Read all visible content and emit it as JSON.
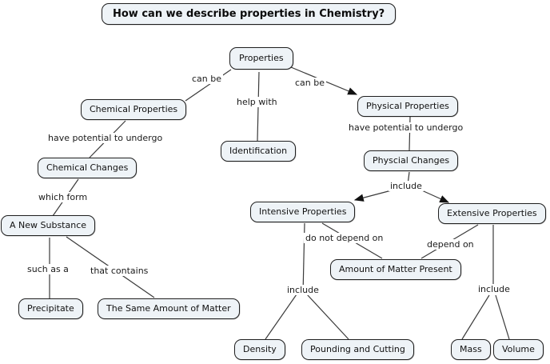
{
  "title": "How can we describe properties in Chemistry?",
  "nodes": {
    "properties": "Properties",
    "chemical_properties": "Chemical Properties",
    "physical_properties": "Physical Properties",
    "identification": "Identification",
    "chemical_changes": "Chemical Changes",
    "physcial_changes": "Physcial Changes",
    "intensive_properties": "Intensive Properties",
    "extensive_properties": "Extensive Properties",
    "a_new_substance": "A New Substance",
    "amount_of_matter_present": "Amount of Matter Present",
    "precipitate": "Precipitate",
    "the_same_amount_of_matter": "The Same Amount of Matter",
    "density": "Density",
    "pounding_and_cutting": "Pounding and Cutting",
    "mass": "Mass",
    "volume": "Volume"
  },
  "edge_labels": {
    "can_be_left": "can be",
    "can_be_right": "can be",
    "help_with": "help with",
    "have_potential_to_undergo_left": "have potential to undergo",
    "have_potential_to_undergo_right": "have potential to undergo",
    "which_form": "which form",
    "include_center": "include",
    "do_not_depend_on": "do not depend on",
    "depend_on": "depend on",
    "such_as_a": "such as a",
    "that_contains": "that contains",
    "include_left": "include",
    "include_right": "include"
  },
  "colors": {
    "background": "#ffffff",
    "node_fill": "#eef3f7",
    "node_border": "#1f1f1f",
    "connector": "#3a3a3a",
    "text": "#111111"
  }
}
